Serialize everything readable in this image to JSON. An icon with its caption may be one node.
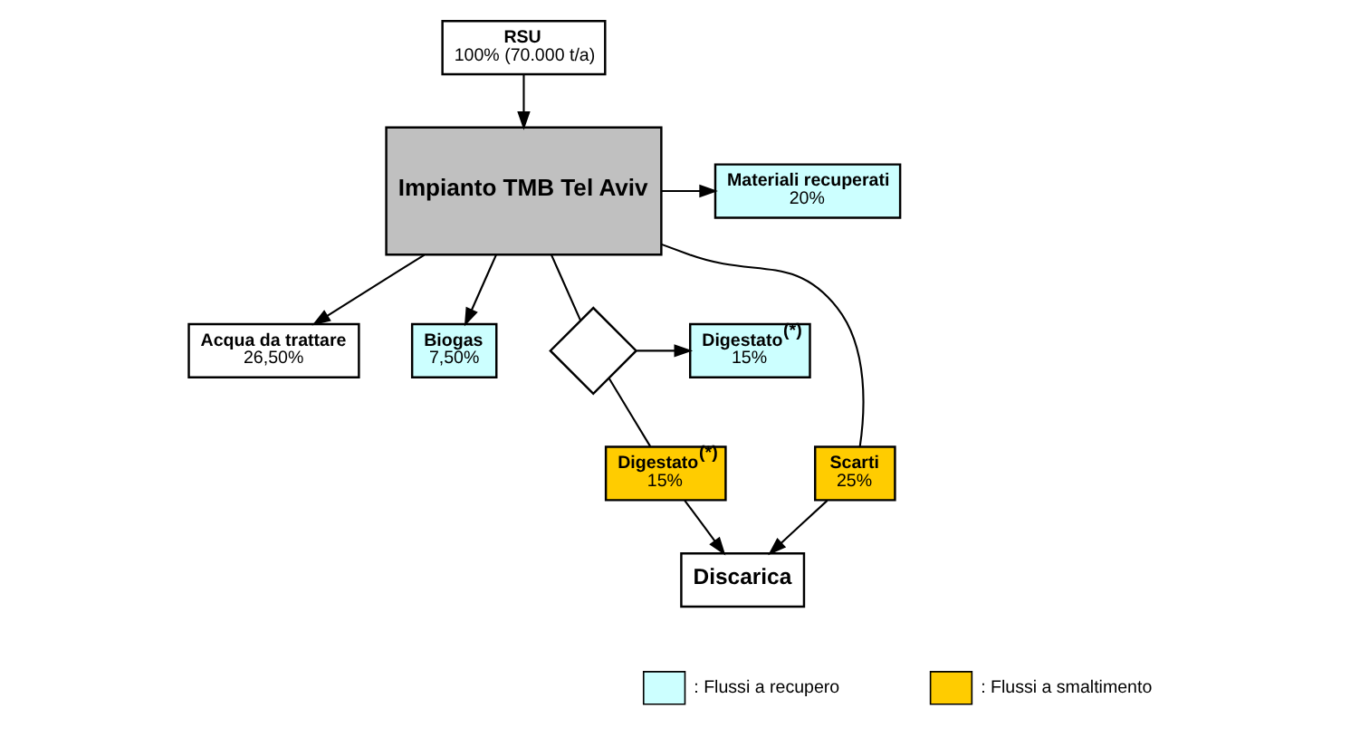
{
  "diagram": {
    "nodes": [
      {
        "text": [
          "RSU",
          "100% (70.000 t/a)"
        ]
      },
      {
        "text": [
          "Impianto TMB Tel Aviv"
        ]
      },
      {
        "text": [
          "Materiali recuperati",
          "20%"
        ]
      },
      {
        "text": [
          "Acqua da trattare",
          "26,50%"
        ]
      },
      {
        "text": [
          "Biogas",
          "7,50%"
        ]
      },
      {
        "text": [],
        "shape": "diamond"
      },
      {
        "text": [
          "Digestato$^{(*)}$",
          "15%"
        ]
      },
      {
        "text": [
          "Scarti",
          "25%"
        ]
      },
      {
        "text": [
          "Digestato$^{(*)}$",
          "15%"
        ]
      },
      {
        "text": [
          "Discarica"
        ]
      }
    ],
    "edges": [
      {
        "from": 0,
        "to": 1,
        "arrow": "to"
      },
      {
        "from": 1,
        "to": 2,
        "arrow": "to"
      },
      {
        "from": 1,
        "to": 3,
        "arrow": "to"
      },
      {
        "from": 1,
        "to": 4,
        "arrow": "to"
      },
      {
        "from": 1,
        "to": 5,
        "arrow": "none"
      },
      {
        "from": 5,
        "to": 6,
        "arrow": "to"
      },
      {
        "from": 1,
        "to": 7,
        "arrow": "none"
      },
      {
        "from": 5,
        "to": 8,
        "arrow": "none"
      },
      {
        "from": 7,
        "to": 9,
        "arrow": "to"
      },
      {
        "from": 8,
        "to": 9,
        "arrow": "to"
      }
    ],
    "legend": [
      {
        "text": ": Flussi a recupero",
        "color": "#ccffff"
      },
      {
        "text": ": Flussi a smaltimento",
        "color": "#ffcc00"
      }
    ]
  }
}
